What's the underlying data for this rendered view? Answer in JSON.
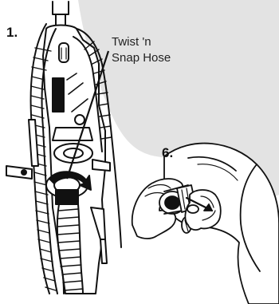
{
  "steps": {
    "first": "1.",
    "second": "6."
  },
  "callout": {
    "line1": "Twist 'n",
    "line2": "Snap Hose"
  },
  "colors": {
    "line": "#111111",
    "background_shape": "#e3e3e3",
    "white": "#ffffff"
  }
}
